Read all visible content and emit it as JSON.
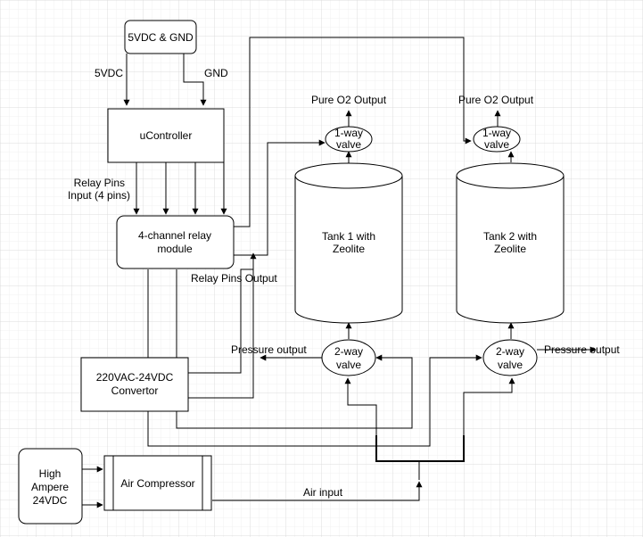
{
  "nodes": {
    "power_5v": "5VDC & GND",
    "ucontroller": "uController",
    "relay_module": [
      "4-channel relay",
      "module"
    ],
    "converter": [
      "220VAC-24VDC",
      "Convertor"
    ],
    "high_ampere": [
      "High",
      "Ampere",
      "24VDC"
    ],
    "air_compressor": "Air Compressor",
    "tank1": [
      "Tank 1 with",
      "Zeolite"
    ],
    "tank2": [
      "Tank 2 with",
      "Zeolite"
    ],
    "valve_1way_tank1": [
      "1-way",
      "valve"
    ],
    "valve_1way_tank2": [
      "1-way",
      "valve"
    ],
    "valve_2way_tank1": [
      "2-way",
      "valve"
    ],
    "valve_2way_tank2": [
      "2-way",
      "valve"
    ]
  },
  "labels": {
    "vdc5": "5VDC",
    "gnd": "GND",
    "relay_pins_input": [
      "Relay Pins",
      "Input (4 pins)"
    ],
    "relay_pins_output": "Relay Pins Output",
    "pure_o2_1": "Pure O2 Output",
    "pure_o2_2": "Pure O2 Output",
    "pressure_output_1": "Pressure output",
    "pressure_output_2": "Pressure output",
    "air_input": "Air input"
  }
}
